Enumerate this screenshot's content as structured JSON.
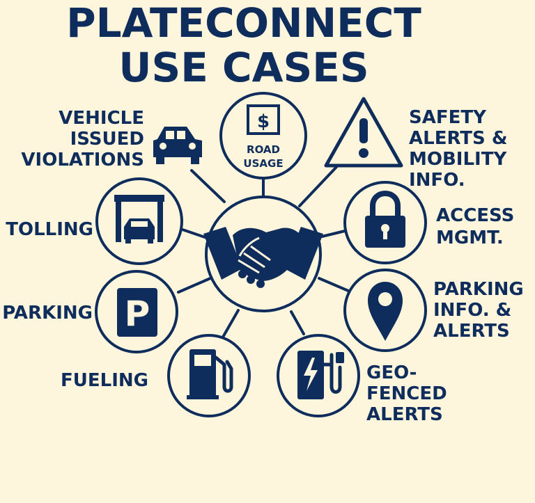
{
  "title": {
    "line1": "PLATECONNECT",
    "line2": "USE CASES"
  },
  "hub": {
    "icon": "handshake-icon"
  },
  "nodes": [
    {
      "id": "road-usage",
      "icon": "dollar-sign-icon",
      "inner_label": [
        "ROAD",
        "USAGE"
      ]
    },
    {
      "id": "safety-alerts",
      "icon": "warning-triangle-icon",
      "label": [
        "SAFETY",
        "ALERTS &",
        "MOBILITY",
        "INFO."
      ]
    },
    {
      "id": "vehicle-violations",
      "icon": "car-icon",
      "label": [
        "VEHICLE",
        "ISSUED",
        "VIOLATIONS"
      ]
    },
    {
      "id": "tolling",
      "icon": "toll-booth-icon",
      "label": [
        "TOLLING"
      ]
    },
    {
      "id": "access-mgmt",
      "icon": "padlock-icon",
      "label": [
        "ACCESS",
        "MGMT."
      ]
    },
    {
      "id": "parking",
      "icon": "parking-sign-icon",
      "label": [
        "PARKING"
      ]
    },
    {
      "id": "parking-info",
      "icon": "location-pin-icon",
      "label": [
        "PARKING",
        "INFO. &",
        "ALERTS"
      ]
    },
    {
      "id": "fueling",
      "icon": "fuel-pump-icon",
      "label": [
        "FUELING"
      ]
    },
    {
      "id": "geofenced-alerts",
      "icon": "ev-charger-icon",
      "label": [
        "GEO-",
        "FENCED",
        "ALERTS"
      ]
    }
  ],
  "colors": {
    "background": "#fdf5dc",
    "primary": "#0f2d5c"
  }
}
